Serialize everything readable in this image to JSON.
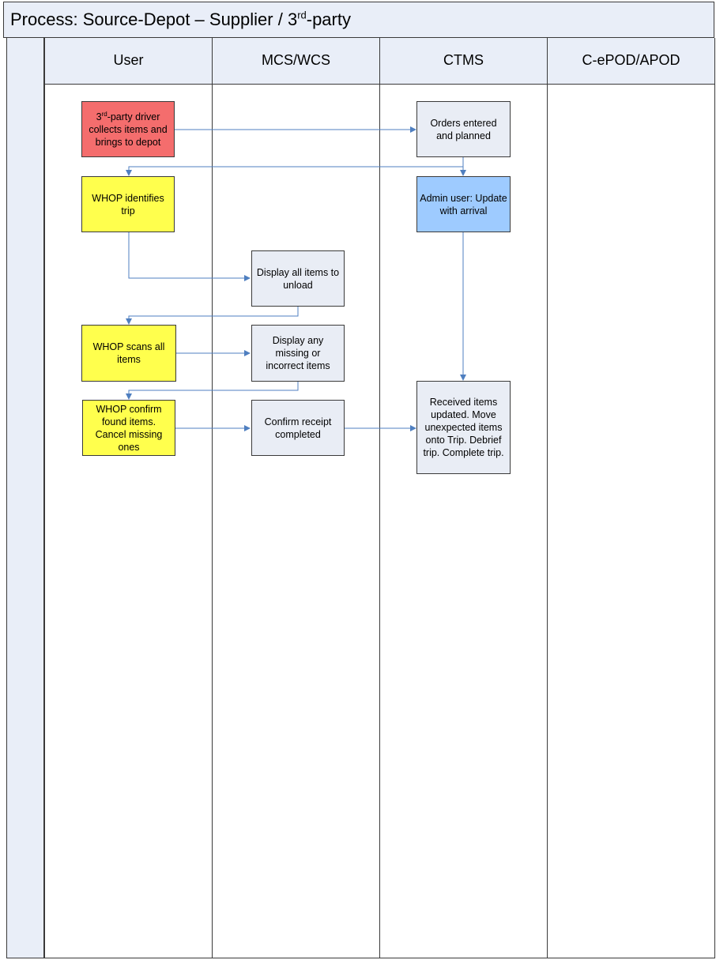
{
  "diagram": {
    "title_prefix": "Process: Source-Depot – Supplier / 3",
    "title_sup": "rd",
    "title_suffix": "-party",
    "lanes": [
      {
        "label": "User"
      },
      {
        "label": "MCS/WCS"
      },
      {
        "label": "CTMS"
      },
      {
        "label": "C-ePOD/APOD"
      }
    ],
    "nodes": {
      "driver_collects": {
        "pre": "3",
        "sup": "rd",
        "post": "-party driver collects items and brings to depot"
      },
      "orders_entered": {
        "text": "Orders entered and planned"
      },
      "whop_identifies": {
        "text": "WHOP identifies trip"
      },
      "admin_update": {
        "text": "Admin user: Update with arrival"
      },
      "display_unload": {
        "text": "Display all items to unload"
      },
      "whop_scans": {
        "text": "WHOP scans all items"
      },
      "display_missing": {
        "text": "Display any missing or incorrect items"
      },
      "whop_confirm": {
        "text": "WHOP confirm found items. Cancel missing ones"
      },
      "confirm_receipt": {
        "text": "Confirm receipt completed"
      },
      "received_items": {
        "text": "Received items updated. Move unexpected items onto Trip. Debrief trip. Complete trip."
      }
    },
    "colors": {
      "start": "#f46d6d",
      "user_action": "#ffff4d",
      "system": "#e9edf5",
      "admin": "#9ecbff",
      "connector": "#4f7fc0"
    }
  }
}
